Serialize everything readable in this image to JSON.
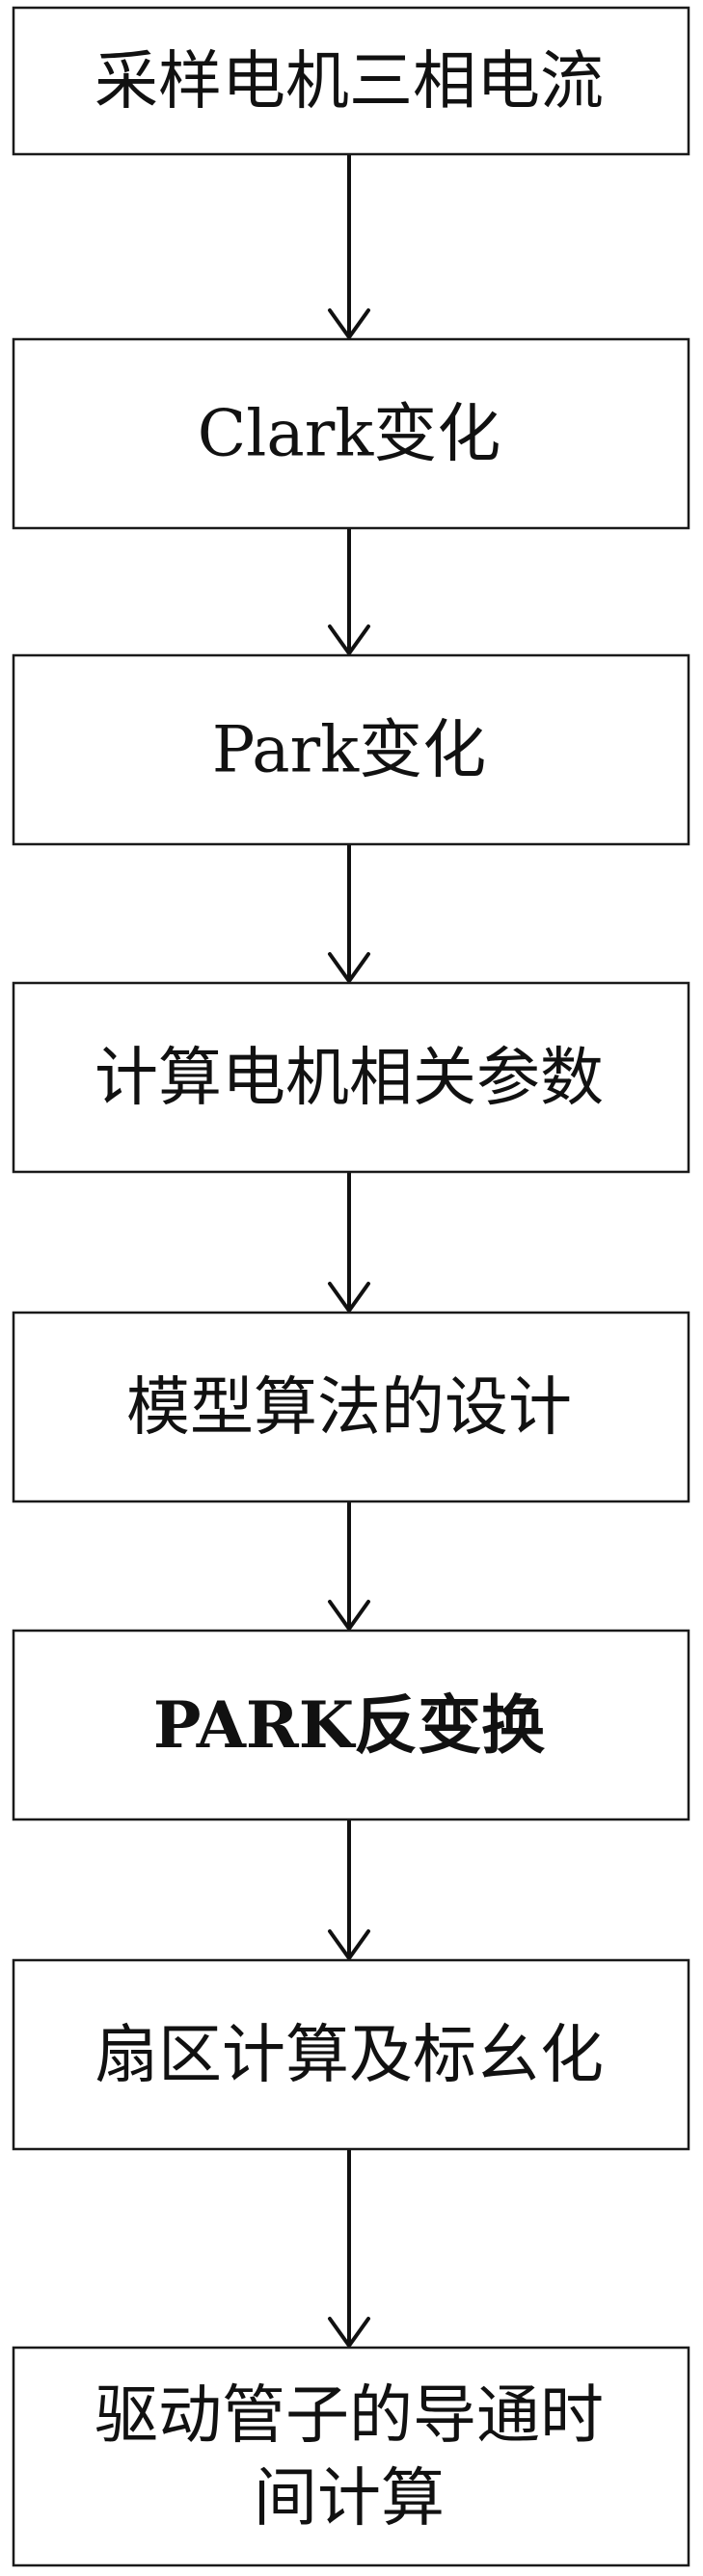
{
  "steps": [
    {
      "id": "s1",
      "lines": [
        "采样电机三相电流"
      ]
    },
    {
      "id": "s2",
      "lines": [
        "Clark变化"
      ]
    },
    {
      "id": "s3",
      "lines": [
        "Park变化"
      ]
    },
    {
      "id": "s4",
      "lines": [
        "计算电机相关参数"
      ]
    },
    {
      "id": "s5",
      "lines": [
        "模型算法的设计"
      ]
    },
    {
      "id": "s6",
      "lines": [
        "PARK反变换"
      ],
      "bold": true
    },
    {
      "id": "s7",
      "lines": [
        "扇区计算及标幺化"
      ]
    },
    {
      "id": "s8",
      "lines": [
        "驱动管子的导通时",
        "间计算"
      ]
    }
  ],
  "edges": [
    {
      "from": "s1",
      "to": "s2"
    },
    {
      "from": "s2",
      "to": "s3"
    },
    {
      "from": "s3",
      "to": "s4"
    },
    {
      "from": "s4",
      "to": "s5"
    },
    {
      "from": "s5",
      "to": "s6"
    },
    {
      "from": "s6",
      "to": "s7"
    },
    {
      "from": "s7",
      "to": "s8"
    }
  ]
}
